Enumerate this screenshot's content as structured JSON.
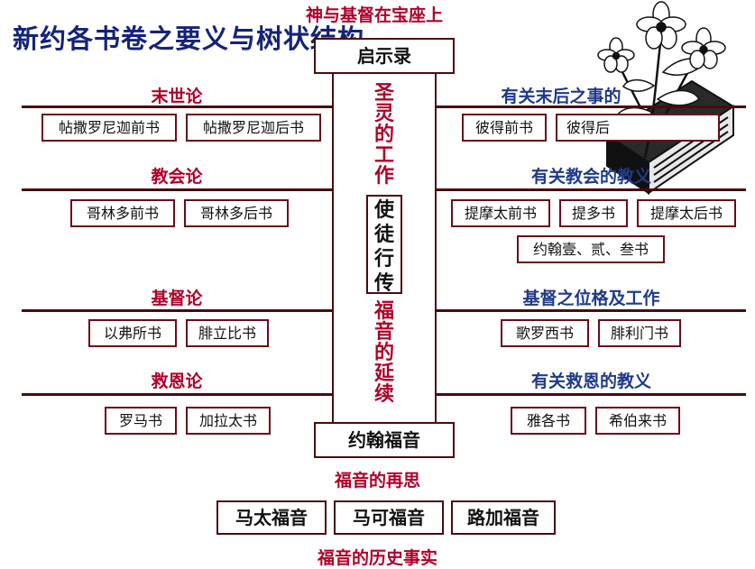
{
  "title": "新约各书卷之要义与树状结构",
  "top_caption": "神与基督在宝座上",
  "revelation_box": "启示录",
  "trunk_upper_text": [
    "圣",
    "灵",
    "的",
    "工",
    "作"
  ],
  "acts_box": [
    "使",
    "徒",
    "行",
    "传"
  ],
  "trunk_lower_text": [
    "福",
    "音",
    "的",
    "延",
    "续"
  ],
  "john_box": "约翰福音",
  "gospel_rethink": "福音的再思",
  "synoptics": [
    "马太福音",
    "马可福音",
    "路加福音"
  ],
  "gospel_history": "福音的历史事实",
  "left_sections": [
    {
      "heading": "末世论",
      "books": [
        "帖撒罗尼迦前书",
        "帖撒罗尼迦后书"
      ]
    },
    {
      "heading": "教会论",
      "books": [
        "哥林多前书",
        "哥林多后书"
      ]
    },
    {
      "heading": "基督论",
      "books": [
        "以弗所书",
        "腓立比书"
      ]
    },
    {
      "heading": "救恩论",
      "books": [
        "罗马书",
        "加拉太书"
      ]
    }
  ],
  "right_sections": [
    {
      "heading": "有关末后之事的",
      "books": [
        "彼得前书",
        "彼得后"
      ]
    },
    {
      "heading": "有关教会的教义",
      "books": [
        "提摩太前书",
        "提多书",
        "提摩太后书"
      ],
      "extra": "约翰壹、贰、叁书"
    },
    {
      "heading": "基督之位格及工作",
      "books": [
        "歌罗西书",
        "腓利门书"
      ]
    },
    {
      "heading": "有关救恩的教义",
      "books": [
        "雅各书",
        "希伯来书"
      ]
    }
  ],
  "illustration": "bible-with-flowers-illustration",
  "colors": {
    "accent_red": "#b0002a",
    "title_blue": "#14237a",
    "line_dark": "#4a0a10"
  }
}
